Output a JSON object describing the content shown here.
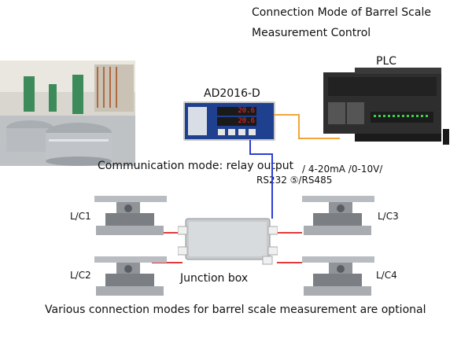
{
  "title": {
    "line1": "Connection Mode of Barrel Scale",
    "line2": "Measurement Control"
  },
  "plc_label": "PLC",
  "indicator": {
    "model": "AD2016-D",
    "display_top": "20.6",
    "display_bottom": "20.6"
  },
  "communication_label": "Communication mode: relay output",
  "output_label_line1": "/ 4-20mA /0-10V/",
  "output_label_line2": "RS232 ⑤/RS485",
  "junction_label": "Junction box",
  "load_cells": {
    "lc1": "L/C1",
    "lc2": "L/C2",
    "lc3": "L/C3",
    "lc4": "L/C4"
  },
  "footer": "Various connection modes for barrel scale measurement are optional",
  "colors": {
    "indicator_blue": "#1f3f8f",
    "display_red": "#ff2a2a",
    "cable_orange": "#f2a43a",
    "cable_blue": "#2f3fd0",
    "cable_red": "#e23a3a",
    "plc_body": "#333333"
  }
}
